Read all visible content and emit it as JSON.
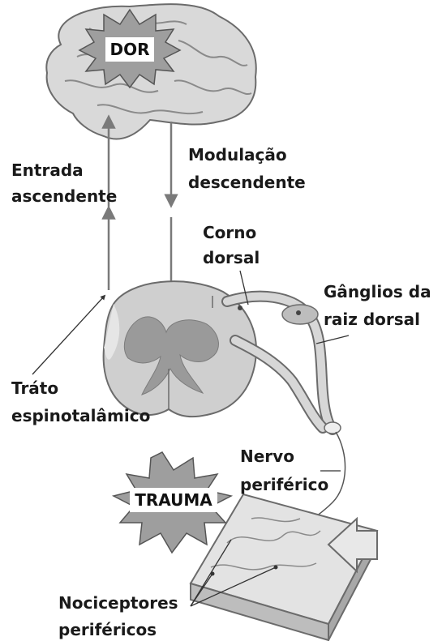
{
  "labels": {
    "pain": "DOR",
    "ascending_line1": "Entrada",
    "ascending_line2": "ascendente",
    "descending_line1": "Modulação",
    "descending_line2": "descendente",
    "dorsal_horn_line1": "Corno",
    "dorsal_horn_line2": "dorsal",
    "ganglion_line1": "Gânglios da",
    "ganglion_line2": "raiz dorsal",
    "tract_line1": "Tráto",
    "tract_line2": "espinotalâmico",
    "nerve_line1": "Nervo",
    "nerve_line2": "periférico",
    "trauma": "TRAUMA",
    "nociceptors_line1": "Nociceptores",
    "nociceptors_line2": "periféricos"
  },
  "icons": [
    "brain-icon",
    "spinal-cord-icon",
    "tissue-block-icon",
    "pain-burst-icon",
    "trauma-burst-icon",
    "force-arrow-icon"
  ],
  "colors": {
    "brain_fill": "#d9d9d9",
    "brain_stroke": "#6b6b6b",
    "cord_fill": "#cfcfcf",
    "grey_matter": "#9a9a9a",
    "burst_fill": "#9e9e9e",
    "burst_label_bg": "#ffffff",
    "arrow": "#7a7a7a",
    "text": "#1a1a1a"
  }
}
